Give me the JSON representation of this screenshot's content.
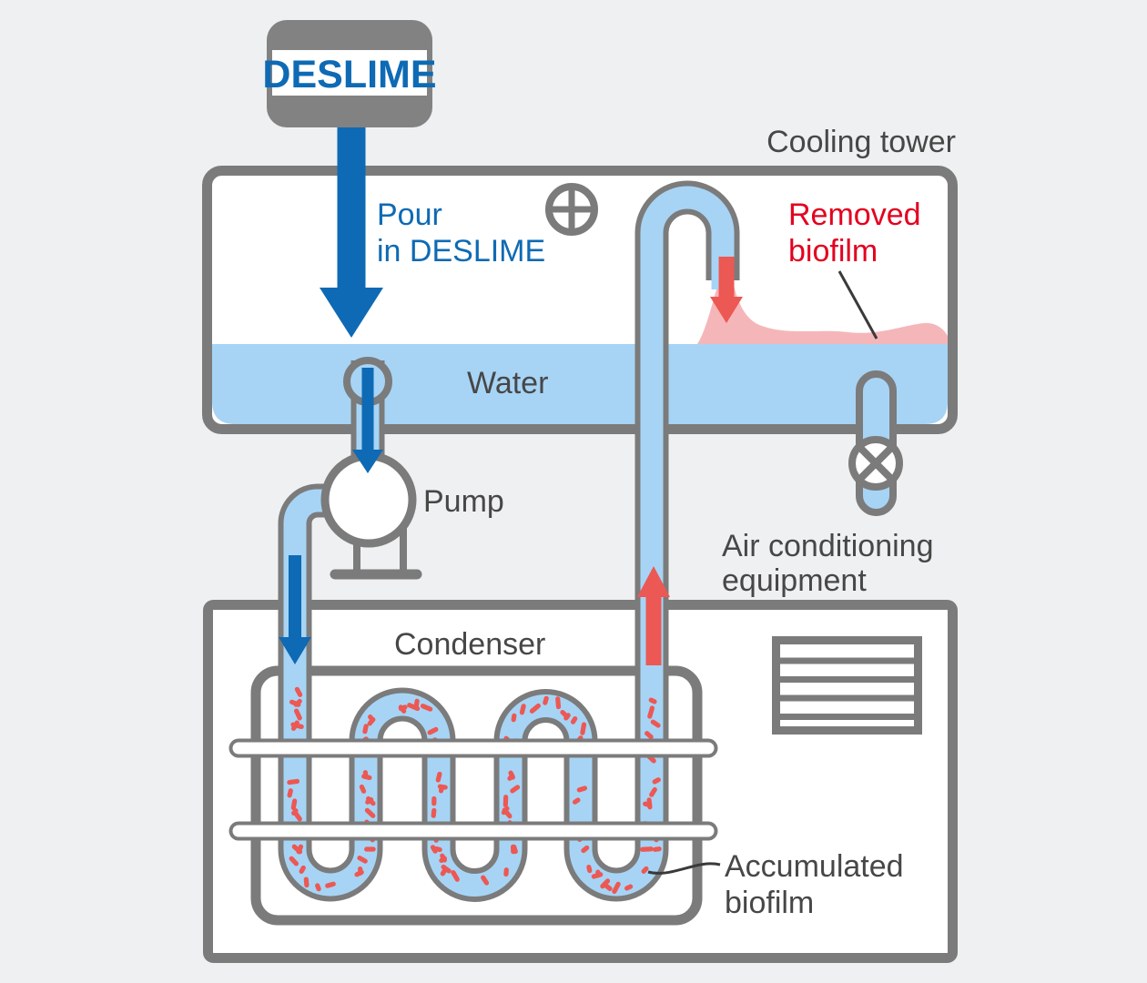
{
  "colors": {
    "bg": "#eef0f1",
    "gray": "#7b7b7b",
    "boxgray": "#828282",
    "label": "#474747",
    "blue": "#0e6ab4",
    "water": "#a7d4f5",
    "pink": "#f5b6ba",
    "red": "#ec5853",
    "redtext": "#e3001f"
  },
  "labels": {
    "product": "DESLIME",
    "pour_line1": "Pour",
    "pour_line2": "in DESLIME",
    "cooling_tower": "Cooling tower",
    "water": "Water",
    "removed_line1": "Removed",
    "removed_line2": "biofilm",
    "pump": "Pump",
    "condenser": "Condenser",
    "air_line1": "Air conditioning",
    "air_line2": "equipment",
    "accumulated_line1": "Accumulated",
    "accumulated_line2": "biofilm"
  },
  "icons": {
    "fan": "fan-icon",
    "valve": "valve-icon",
    "grille": "vent-grille-icon",
    "strainer": "intake-strainer-icon"
  }
}
